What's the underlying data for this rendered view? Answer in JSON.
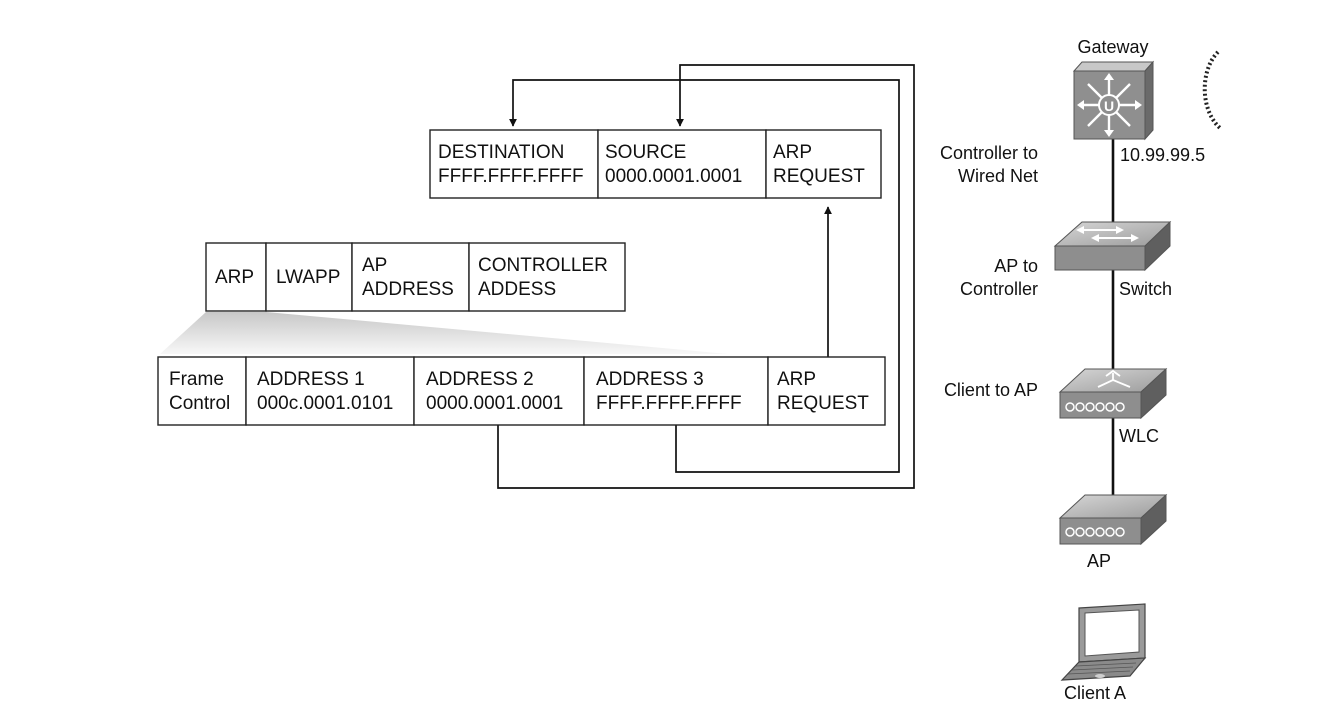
{
  "top_frame": {
    "cells": [
      {
        "line1": "DESTINATION",
        "line2": "FFFF.FFFF.FFFF"
      },
      {
        "line1": "SOURCE",
        "line2": "0000.0001.0001"
      },
      {
        "line1": "ARP",
        "line2": "REQUEST"
      }
    ]
  },
  "lwapp_frame": {
    "cells": [
      {
        "line1": "ARP",
        "line2": ""
      },
      {
        "line1": "LWAPP",
        "line2": ""
      },
      {
        "line1": "AP",
        "line2": "ADDRESS"
      },
      {
        "line1": "CONTROLLER",
        "line2": "ADDESS"
      }
    ]
  },
  "wireless_frame": {
    "cells": [
      {
        "line1": "Frame",
        "line2": "Control"
      },
      {
        "line1": "ADDRESS 1",
        "line2": "000c.0001.0101"
      },
      {
        "line1": "ADDRESS 2",
        "line2": "0000.0001.0001"
      },
      {
        "line1": "ADDRESS 3",
        "line2": "FFFF.FFFF.FFFF"
      },
      {
        "line1": "ARP",
        "line2": "REQUEST"
      }
    ]
  },
  "segments": {
    "controller_wired": {
      "line1": "Controller to",
      "line2": "Wired Net"
    },
    "ap_controller": {
      "line1": "AP to",
      "line2": "Controller"
    },
    "client_ap": {
      "line1": "Client to AP"
    }
  },
  "devices": {
    "gateway": {
      "label": "Gateway",
      "ip": "10.99.99.5",
      "icon": "router-icon"
    },
    "switch": {
      "label": "Switch",
      "icon": "switch-icon"
    },
    "wlc": {
      "label": "WLC",
      "icon": "wireless-controller-icon"
    },
    "ap": {
      "label": "AP",
      "icon": "access-point-icon"
    },
    "client": {
      "label": "Client A",
      "icon": "laptop-icon"
    }
  },
  "colors": {
    "device_gray": "#8e8e8e",
    "device_light": "#bdbdbd",
    "device_dark": "#5a5a5a"
  }
}
